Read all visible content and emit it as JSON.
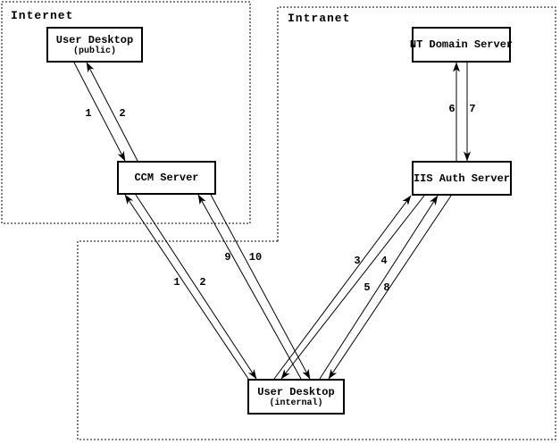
{
  "diagram": {
    "colors": {
      "background": "#ffffff",
      "stroke": "#000000"
    },
    "regions": [
      {
        "id": "internet",
        "label": "Internet"
      },
      {
        "id": "intranet",
        "label": "Intranet"
      }
    ],
    "nodes": [
      {
        "id": "user-desktop-public",
        "title": "User Desktop",
        "subtitle": "(public)",
        "region": "Internet"
      },
      {
        "id": "nt-domain-server",
        "title": "NT Domain Server",
        "subtitle": "",
        "region": "Intranet"
      },
      {
        "id": "ccm-server",
        "title": "CCM Server",
        "subtitle": "",
        "region": "Internet"
      },
      {
        "id": "iis-auth-server",
        "title": "IIS Auth Server",
        "subtitle": "",
        "region": "Intranet"
      },
      {
        "id": "user-desktop-internal",
        "title": "User Desktop",
        "subtitle": "(internal)",
        "region": "Intranet"
      }
    ],
    "edges": [
      {
        "step": "1",
        "from": "User Desktop (public)",
        "to": "CCM Server"
      },
      {
        "step": "2",
        "from": "CCM Server",
        "to": "User Desktop (public)"
      },
      {
        "step": "1",
        "from": "User Desktop (internal)",
        "to": "CCM Server"
      },
      {
        "step": "2",
        "from": "CCM Server",
        "to": "User Desktop (internal)"
      },
      {
        "step": "9",
        "from": "User Desktop (internal)",
        "to": "CCM Server"
      },
      {
        "step": "10",
        "from": "CCM Server",
        "to": "User Desktop (internal)"
      },
      {
        "step": "3",
        "from": "User Desktop (internal)",
        "to": "IIS Auth Server"
      },
      {
        "step": "4",
        "from": "IIS Auth Server",
        "to": "User Desktop (internal)"
      },
      {
        "step": "5",
        "from": "User Desktop (internal)",
        "to": "IIS Auth Server"
      },
      {
        "step": "8",
        "from": "IIS Auth Server",
        "to": "User Desktop (internal)"
      },
      {
        "step": "6",
        "from": "IIS Auth Server",
        "to": "NT Domain Server"
      },
      {
        "step": "7",
        "from": "NT Domain Server",
        "to": "IIS Auth Server"
      }
    ]
  }
}
